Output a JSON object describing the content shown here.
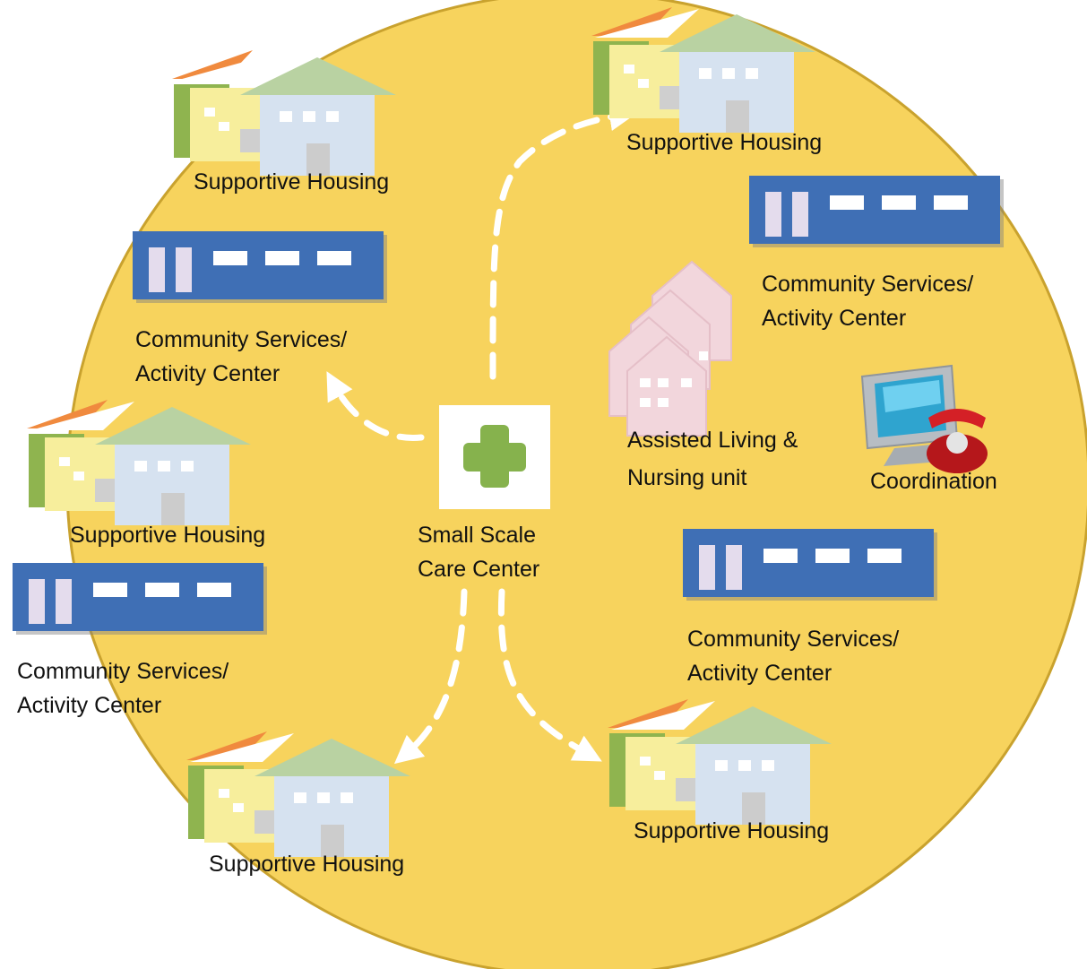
{
  "colors": {
    "circle": "#f7d35d",
    "circle_edge": "#c9a22e",
    "roof_orange": "#f08a3e",
    "roof_green": "#b9d2a2",
    "wall_green": "#8fb44f",
    "wall_yellow": "#f7ee9c",
    "wall_blue": "#d6e2f0",
    "center_bar": "#3f6fb5",
    "nursing_pink": "#f2d6dc",
    "care_cross": "#86b24d",
    "arrow": "#ffffff"
  },
  "labels": {
    "housing_top_left": "Supportive Housing",
    "housing_top_right": "Supportive Housing",
    "housing_mid_left": "Supportive Housing",
    "housing_bottom_left": "Supportive Housing",
    "housing_bottom_right": "Supportive Housing",
    "community_left_1": "Community Services/",
    "community_left_2": "Activity Center",
    "community_right_top_1": "Community Services/",
    "community_right_top_2": "Activity Center",
    "community_right_mid_1": "Community Services/",
    "community_right_mid_2": "Activity Center",
    "community_bottom_left_1": "Community Services/",
    "community_bottom_left_2": "Activity Center",
    "care_center_1": "Small Scale",
    "care_center_2": "Care Center",
    "assisted_1": "Assisted Living &",
    "assisted_2": "Nursing unit",
    "coordination": "Coordination"
  },
  "icons": {
    "house": "house-cluster-icon",
    "community_center": "community-center-icon",
    "care_center": "medical-cross-icon",
    "nursing_unit": "nursing-unit-icon",
    "coordination": "computer-phone-icon",
    "arrow": "dashed-arrow"
  }
}
